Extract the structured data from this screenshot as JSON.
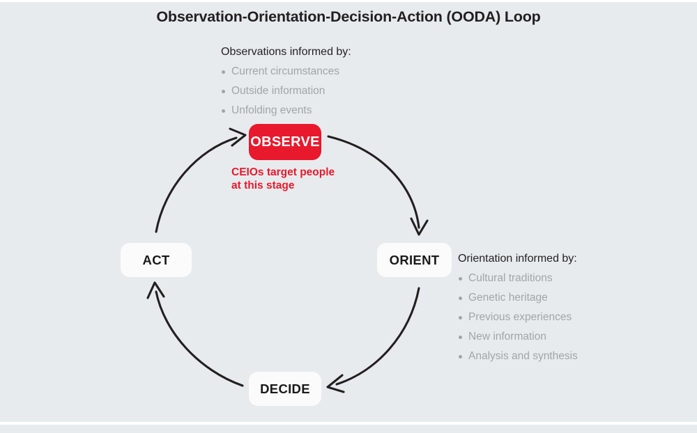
{
  "title": "Observation-Orientation-Decision-Action (OODA) Loop",
  "colors": {
    "background": "#e7ebee",
    "accent_red": "#e8192c",
    "node_white": "#fbfbfb",
    "text_dark": "#231f20",
    "text_muted": "#a0a5a9",
    "arc": "#231f20"
  },
  "nodes": {
    "observe": "OBSERVE",
    "orient": "ORIENT",
    "decide": "DECIDE",
    "act": "ACT"
  },
  "observe_note": {
    "line1": "CEIOs target people",
    "line2": "at this stage"
  },
  "observations": {
    "heading": "Observations informed by:",
    "items": [
      "Current circumstances",
      "Outside information",
      "Unfolding events"
    ]
  },
  "orientation": {
    "heading": "Orientation informed by:",
    "items": [
      "Cultural traditions",
      "Genetic heritage",
      "Previous experiences",
      "New information",
      "Analysis and synthesis"
    ]
  }
}
